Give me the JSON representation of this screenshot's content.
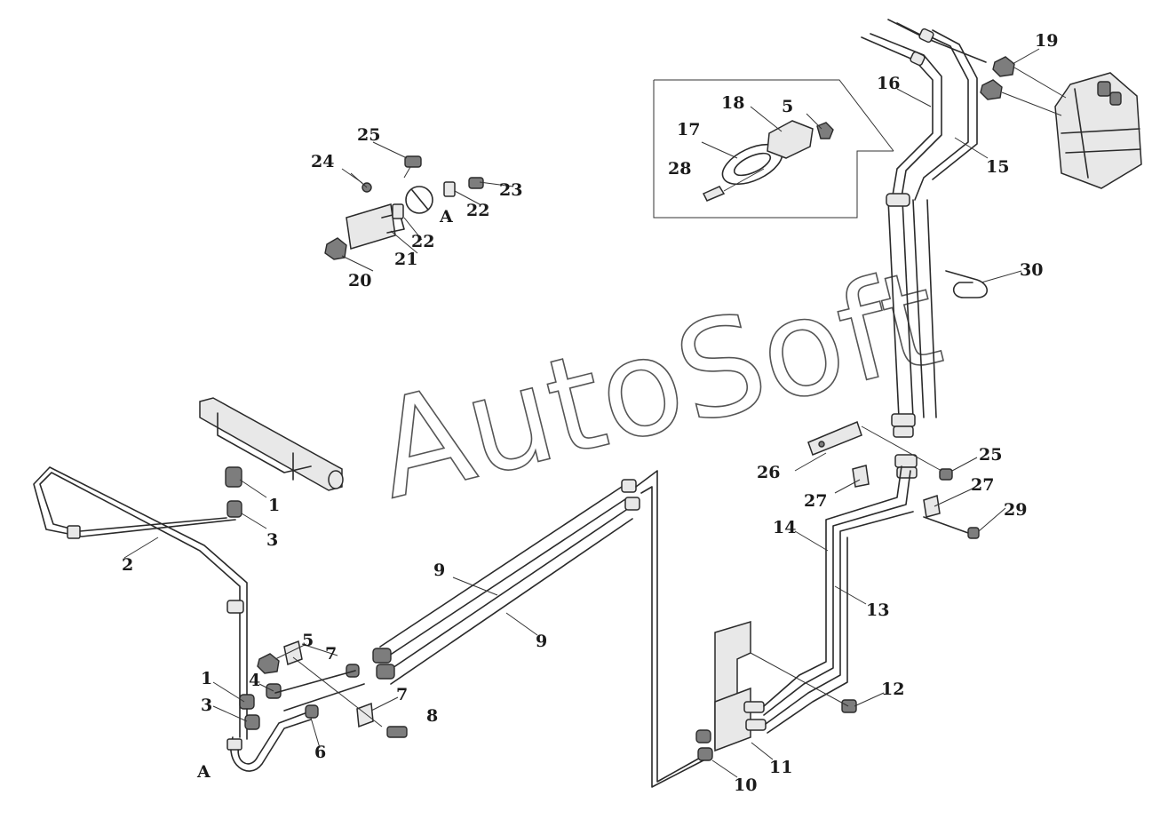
{
  "watermark": "AutoSoft",
  "callouts": [
    "19",
    "16",
    "18",
    "5",
    "17",
    "28",
    "15",
    "25",
    "24",
    "23",
    "A",
    "22",
    "22",
    "21",
    "20",
    "30",
    "1",
    "3",
    "2",
    "26",
    "25",
    "27",
    "27",
    "29",
    "14",
    "13",
    "9",
    "9",
    "5",
    "7",
    "1",
    "4",
    "7",
    "8",
    "3",
    "6",
    "A",
    "12",
    "11",
    "10"
  ]
}
